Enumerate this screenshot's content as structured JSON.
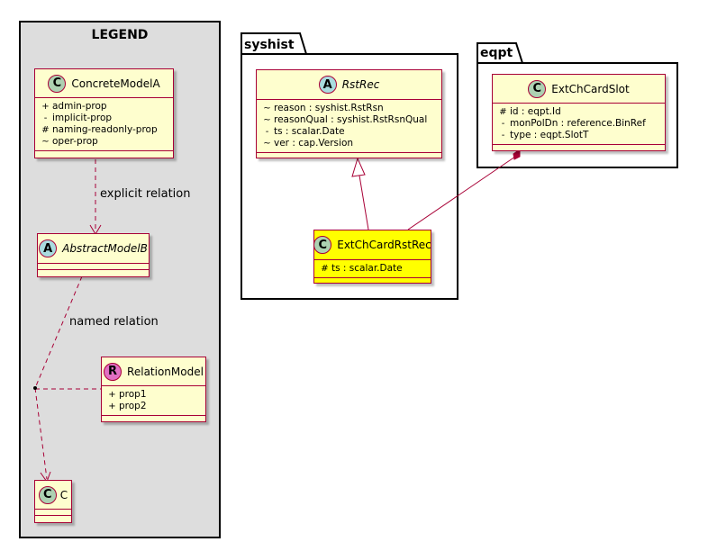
{
  "legend": {
    "title": "LEGEND",
    "concrete": {
      "badge": "C",
      "name": "ConcreteModelA",
      "attrs": [
        {
          "vis": "+",
          "text": "admin-prop"
        },
        {
          "vis": "-",
          "text": "implicit-prop"
        },
        {
          "vis": "#",
          "text": "naming-readonly-prop"
        },
        {
          "vis": "~",
          "text": "oper-prop"
        }
      ]
    },
    "abstract": {
      "badge": "A",
      "name": "AbstractModelB"
    },
    "relation_model": {
      "badge": "R",
      "name": "RelationModel",
      "attrs": [
        {
          "vis": "+",
          "text": "prop1"
        },
        {
          "vis": "+",
          "text": "prop2"
        }
      ]
    },
    "c": {
      "badge": "C",
      "name": "C"
    },
    "explicit_label": "explicit relation",
    "named_label": "named relation"
  },
  "syshist": {
    "title": "syshist",
    "rstrec": {
      "badge": "A",
      "name": "RstRec",
      "attrs": [
        {
          "vis": "~",
          "text": "reason : syshist.RstRsn"
        },
        {
          "vis": "~",
          "text": "reasonQual : syshist.RstRsnQual"
        },
        {
          "vis": "-",
          "text": "ts : scalar.Date"
        },
        {
          "vis": "~",
          "text": "ver : cap.Version"
        }
      ]
    },
    "extchcardrstrec": {
      "badge": "C",
      "name": "ExtChCardRstRec",
      "attrs": [
        {
          "vis": "#",
          "text": "ts : scalar.Date"
        }
      ]
    }
  },
  "eqpt": {
    "title": "eqpt",
    "extchcardslot": {
      "badge": "C",
      "name": "ExtChCardSlot",
      "attrs": [
        {
          "vis": "#",
          "text": "id : eqpt.Id"
        },
        {
          "vis": "-",
          "text": "monPolDn : reference.BinRef"
        },
        {
          "vis": "-",
          "text": "type : eqpt.SlotT"
        }
      ]
    }
  },
  "colors": {
    "border": "#A80036",
    "class_fill": "#FEFECE",
    "highlight_fill": "#FFFF00",
    "legend_fill": "#DDDDDD",
    "badge_class": "#ADD1B2",
    "badge_abstract": "#A9DCDF",
    "badge_relation": "#E16FC3"
  }
}
